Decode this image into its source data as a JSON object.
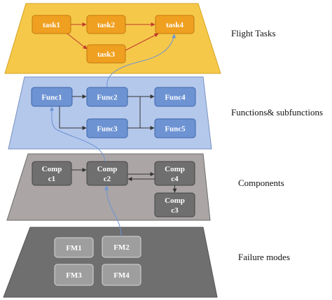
{
  "layers": {
    "flight_tasks": {
      "label": "Flight Tasks",
      "color": "#f6c84a",
      "box_color": "#f0a020",
      "boxes": [
        "task1",
        "task2",
        "task3",
        "task4"
      ]
    },
    "functions": {
      "label": "Functions& subfunctions",
      "color": "#b4c8ec",
      "box_color": "#6d93d3",
      "boxes": [
        "Func1",
        "Func2",
        "Func3",
        "Func4",
        "Func5"
      ]
    },
    "components": {
      "label": "Components",
      "color": "#aba5a5",
      "box_color": "#6f6f6f",
      "boxes": [
        [
          "Comp",
          "c1"
        ],
        [
          "Comp",
          "c2"
        ],
        [
          "Comp",
          "c4"
        ],
        [
          "Comp",
          "c3"
        ]
      ]
    },
    "failure_modes": {
      "label": "Failure modes",
      "color": "#6f6f6f",
      "box_color": "#9e9e9e",
      "boxes": [
        "FM1",
        "FM2",
        "FM3",
        "FM4"
      ]
    }
  },
  "colors": {
    "cross_link": "#6d93d3",
    "arrow": "#333333",
    "task_arrow": "#c0392b"
  }
}
